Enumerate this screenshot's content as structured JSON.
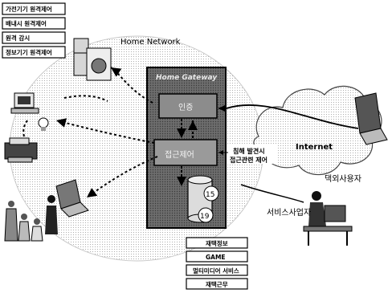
{
  "top_left_boxes": [
    "가전기기 원격제어",
    "배내시 원격제어",
    "원격 감시",
    "정보기기 원격제어"
  ],
  "home_network_label": "Home Network",
  "gateway": {
    "title": "Home Gateway",
    "auth_label": "인증",
    "access_label": "접근제어",
    "access_note_line1": "침해 발견시",
    "access_note_line2": "접근관련 제어",
    "disk_numbers": [
      "15",
      "19"
    ]
  },
  "internet_label": "Internet",
  "external_user_label": "댁외사용자",
  "isp_label": "서비스사업자",
  "bottom_boxes": [
    "재택정보",
    "GAME",
    "멀티미디어 서비스",
    "재택근무"
  ],
  "icons": [
    "washing-machine-icon",
    "refrigerator-icon",
    "desktop-pc-icon",
    "light-bulb-icon",
    "fax-printer-icon",
    "laptop-icon",
    "family-icon",
    "server-disk-icon",
    "internet-cloud-icon",
    "operator-icon"
  ]
}
